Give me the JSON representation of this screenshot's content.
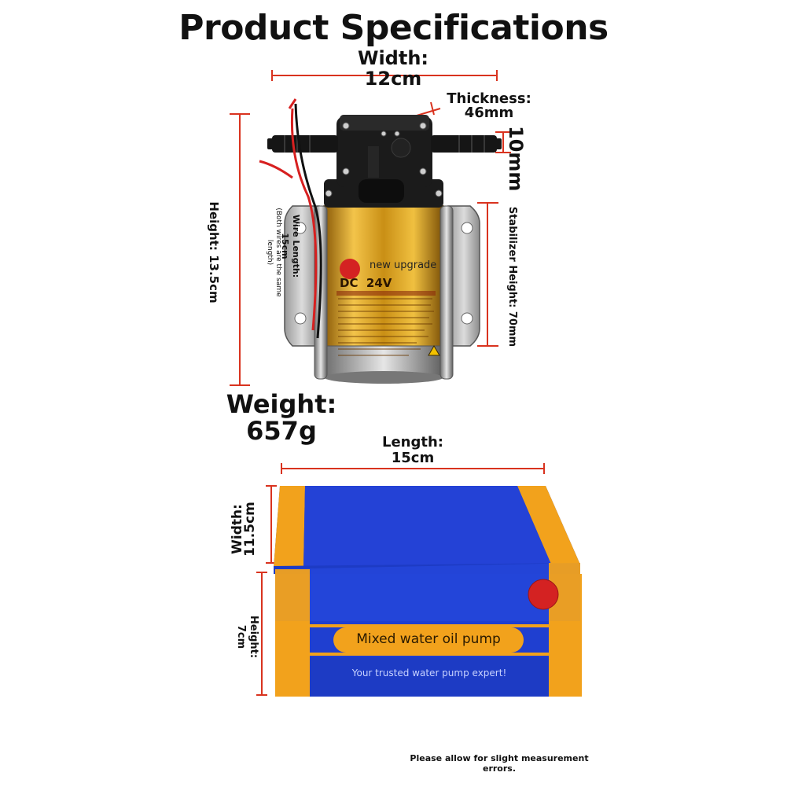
{
  "title": "Product Specifications",
  "pump": {
    "width_label": "Width:",
    "width_value": "12cm",
    "thickness_label": "Thickness:",
    "thickness_value": "46mm",
    "port_value": "10mm",
    "height_label": "Height: 13.5cm",
    "wire_label": "Wire Length:",
    "wire_value": "15cm",
    "wire_note": "(Both wires are the same length)",
    "stabilizer_label": "Stabilizer Height: 70mm",
    "sticker_upgrade": "new upgrade",
    "sticker_voltage": "DC  24V",
    "weight_label": "Weight:",
    "weight_value": "657g"
  },
  "box": {
    "length_label": "Length:",
    "length_value": "15cm",
    "width_label": "Width:",
    "width_value": "11.5cm",
    "height_label": "Height:",
    "height_value": "7cm",
    "product_name": "Mixed water oil pump",
    "slogan": "Your trusted water pump expert!"
  },
  "footer_note": "Please allow for slight measurement errors.",
  "colors": {
    "dimension_line": "#d9331f",
    "box_blue": "#1f3fd0",
    "box_orange": "#f2a21c",
    "pump_gold": "#d9a21a",
    "pump_black": "#1b1b1b"
  }
}
